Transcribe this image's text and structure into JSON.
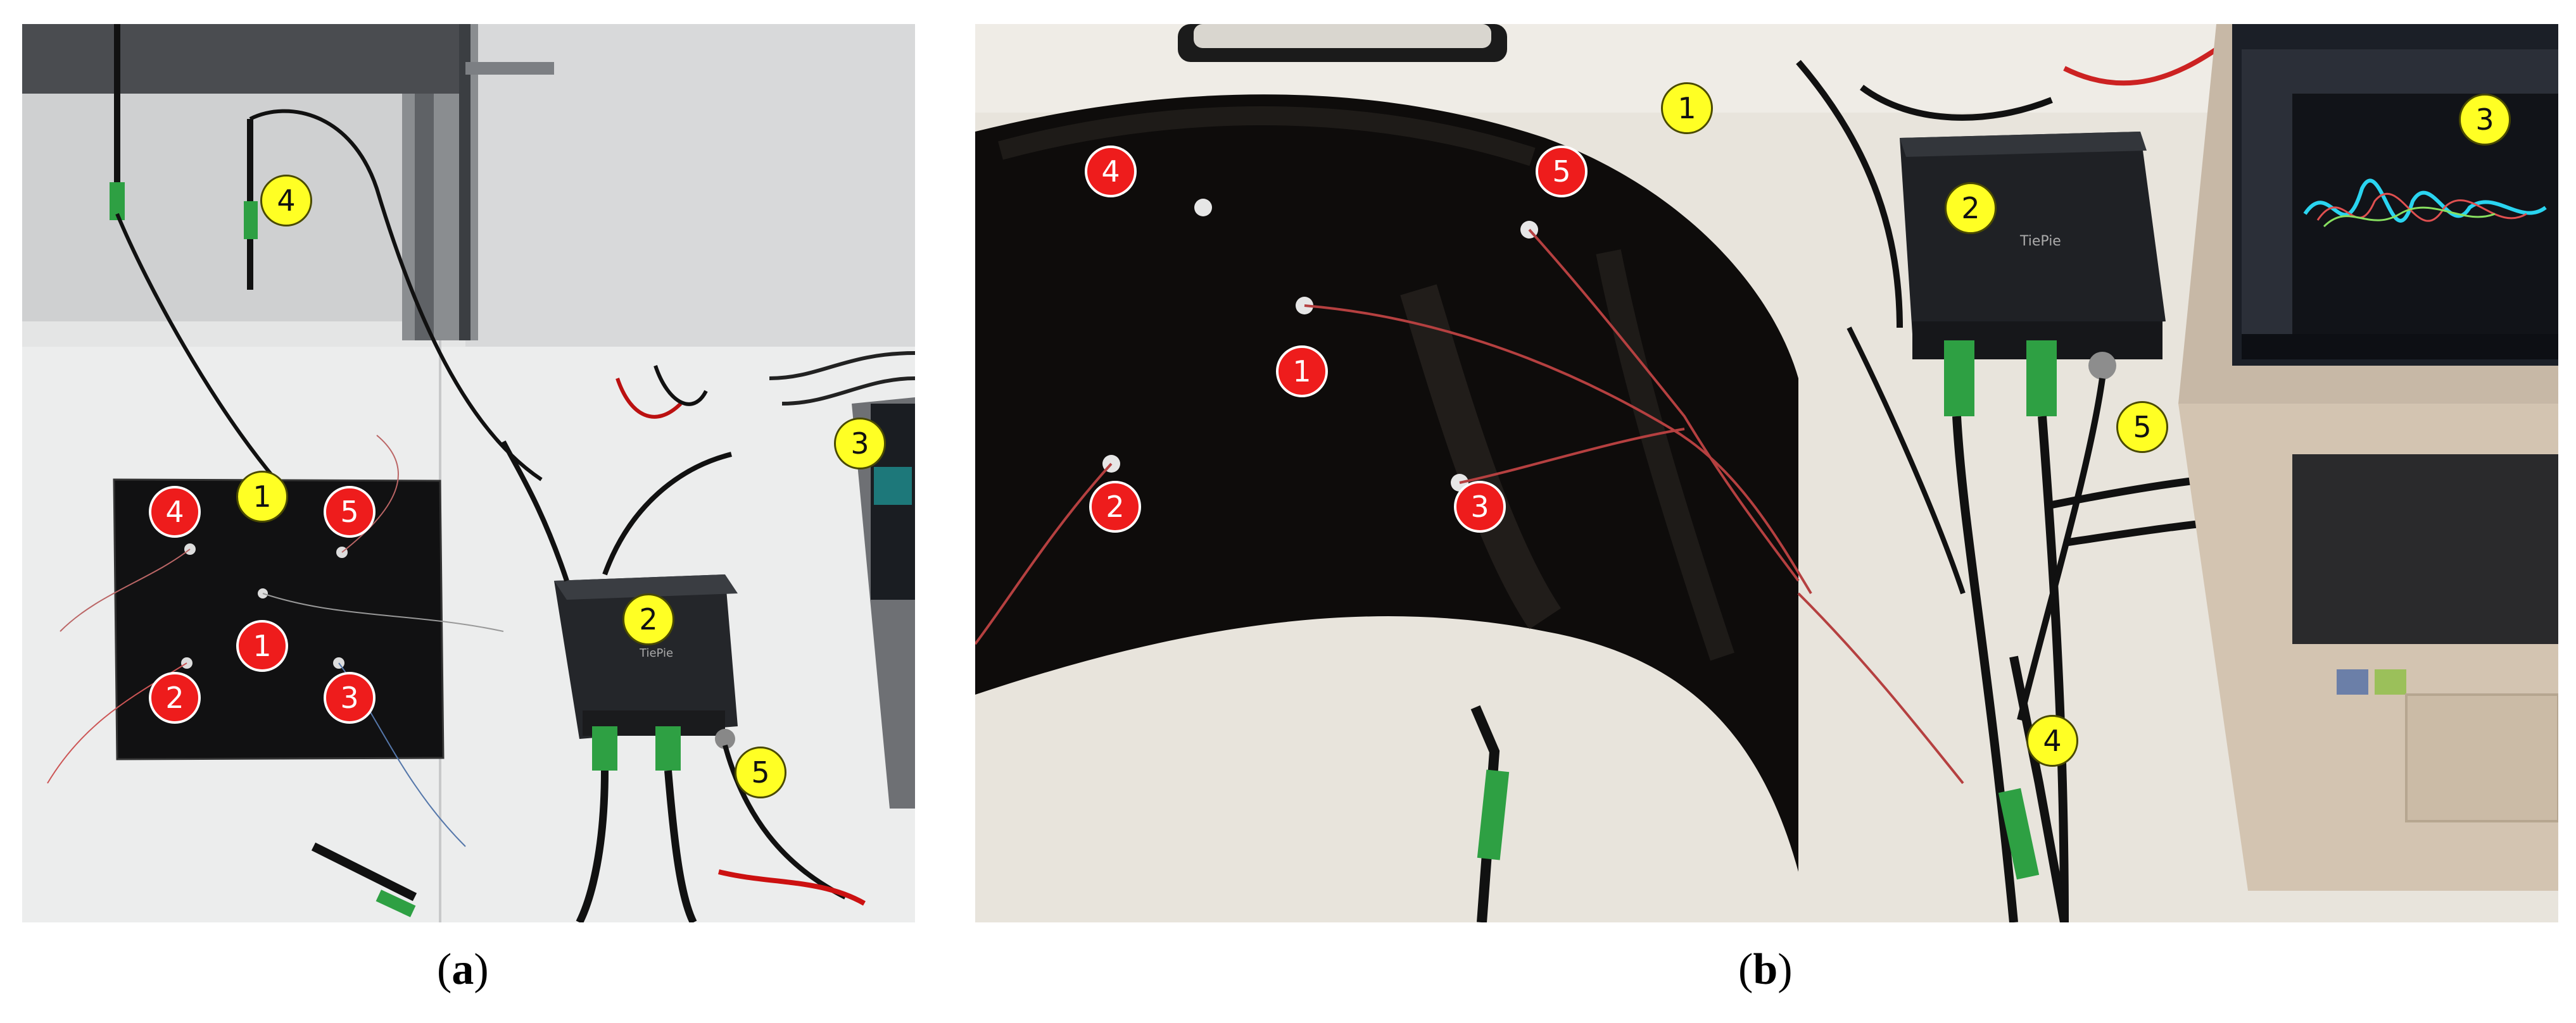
{
  "panels": {
    "a": {
      "caption_open": "(",
      "caption_letter": "a",
      "caption_close": ")",
      "markers": [
        {
          "id": "a-sensor-4",
          "label": "4",
          "color": "red"
        },
        {
          "id": "a-component-1",
          "label": "1",
          "color": "yellow"
        },
        {
          "id": "a-sensor-5",
          "label": "5",
          "color": "red"
        },
        {
          "id": "a-sensor-1",
          "label": "1",
          "color": "red"
        },
        {
          "id": "a-sensor-2",
          "label": "2",
          "color": "red"
        },
        {
          "id": "a-sensor-3",
          "label": "3",
          "color": "red"
        },
        {
          "id": "a-component-4",
          "label": "4",
          "color": "yellow"
        },
        {
          "id": "a-component-3",
          "label": "3",
          "color": "yellow"
        },
        {
          "id": "a-component-2",
          "label": "2",
          "color": "yellow"
        },
        {
          "id": "a-component-5",
          "label": "5",
          "color": "yellow"
        }
      ]
    },
    "b": {
      "caption_open": "(",
      "caption_letter": "b",
      "caption_close": ")",
      "device_brand": "TiePie",
      "markers": [
        {
          "id": "b-component-1",
          "label": "1",
          "color": "yellow"
        },
        {
          "id": "b-sensor-4",
          "label": "4",
          "color": "red"
        },
        {
          "id": "b-sensor-5",
          "label": "5",
          "color": "red"
        },
        {
          "id": "b-sensor-1",
          "label": "1",
          "color": "red"
        },
        {
          "id": "b-sensor-2",
          "label": "2",
          "color": "red"
        },
        {
          "id": "b-sensor-3",
          "label": "3",
          "color": "red"
        },
        {
          "id": "b-component-2",
          "label": "2",
          "color": "yellow"
        },
        {
          "id": "b-component-3",
          "label": "3",
          "color": "yellow"
        },
        {
          "id": "b-component-5",
          "label": "5",
          "color": "yellow"
        },
        {
          "id": "b-component-4",
          "label": "4",
          "color": "yellow"
        }
      ]
    }
  },
  "colors": {
    "sensor_marker": "#ee1c1c",
    "component_marker": "#ffff24",
    "probe_accent": "#2ea043"
  }
}
